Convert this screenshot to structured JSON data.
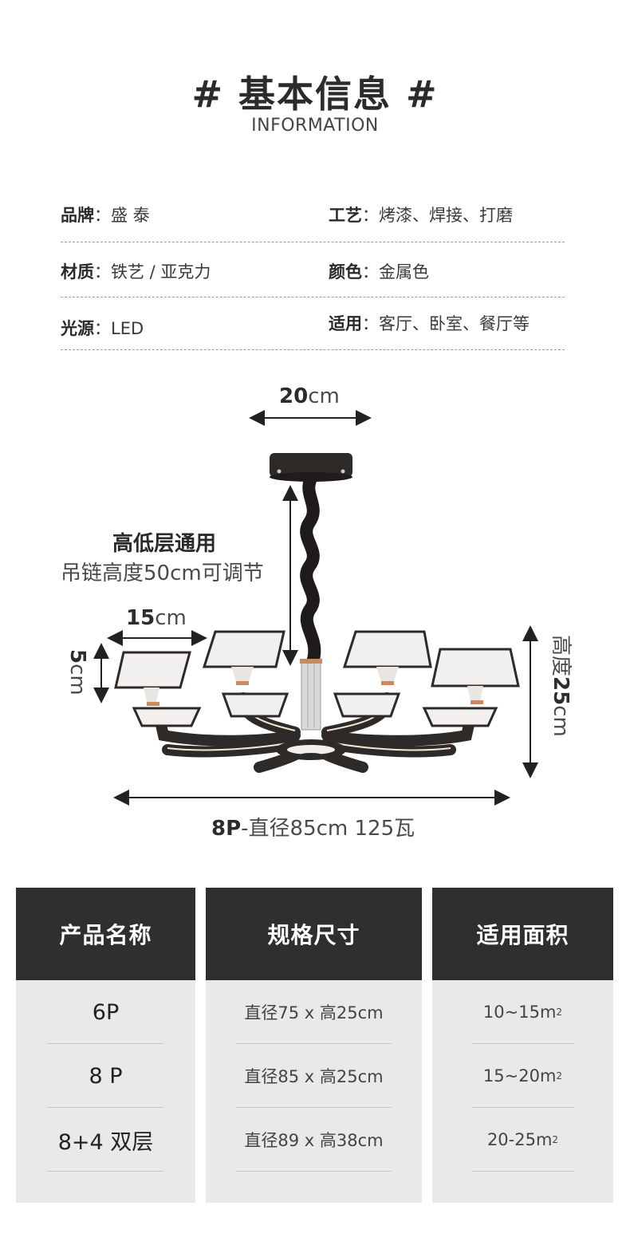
{
  "header": {
    "title": "# 基本信息 #",
    "subtitle": "INFORMATION"
  },
  "info": [
    {
      "left": {
        "key": "品牌",
        "value": "盛 泰"
      },
      "right": {
        "key": "工艺",
        "value": "烤漆、焊接、打磨"
      }
    },
    {
      "left": {
        "key": "材质",
        "value": "铁艺 / 亚克力"
      },
      "right": {
        "key": "颜色",
        "value": "金属色"
      }
    },
    {
      "left": {
        "key": "光源",
        "value": "LED"
      },
      "right": {
        "key": "适用",
        "value": "客厅、卧室、餐厅等"
      }
    }
  ],
  "separator": "：",
  "diagram": {
    "canopy_number": "20",
    "canopy_unit": "cm",
    "note_title": "高低层通用",
    "note_text": "吊链高度50cm可调节",
    "shade_width_number": "15",
    "shade_width_unit": "cm",
    "shade_height_number": "5",
    "shade_height_unit": "cm",
    "height_prefix": "高度",
    "height_number": "25",
    "height_unit": "cm",
    "bottom_bold": "8P",
    "bottom_text": "-直径85cm  125瓦",
    "colors": {
      "body": "#2e2a28",
      "shade": "#f2f0ee",
      "accent": "#c98a5e"
    }
  },
  "table": {
    "columns": [
      "产品名称",
      "规格尺寸",
      "适用面积"
    ],
    "rows": [
      {
        "name": "6P",
        "size": "直径75 x 高25cm",
        "area": "10~15m",
        "area_sup": "2"
      },
      {
        "name": "8 P",
        "size": "直径85 x 高25cm",
        "area": "15~20m",
        "area_sup": "2"
      },
      {
        "name": "8+4 双层",
        "size": "直径89 x 高38cm",
        "area": "20-25m",
        "area_sup": "2"
      }
    ],
    "colors": {
      "header_bg": "#2f2f2f",
      "body_bg": "#e9e9e9"
    }
  }
}
